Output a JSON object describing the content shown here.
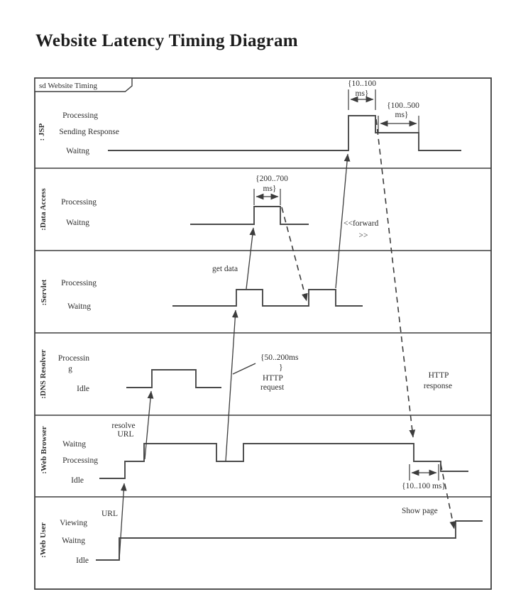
{
  "title": "Website Latency Timing Diagram",
  "frame": {
    "label": "sd Website Timing"
  },
  "colors": {
    "line": "#3f3f3f",
    "text": "#2e2e2e",
    "background": "#ffffff"
  },
  "lanes": [
    {
      "name": ": JSP",
      "states": [
        "Processing",
        "Sending Response",
        "Waitng"
      ]
    },
    {
      "name": ":Data Access",
      "states": [
        "Processing",
        "Waitng"
      ]
    },
    {
      "name": ":Servlet",
      "states": [
        "Processing",
        "Waitng"
      ]
    },
    {
      "name": ":DNS Resolver",
      "states": [
        "Processin",
        "g",
        "Idle"
      ]
    },
    {
      "name": ":Web Browser",
      "states": [
        "Waitng",
        "Processing",
        "Idle"
      ]
    },
    {
      "name": ":Web User",
      "states": [
        "Viewing",
        "Waitng",
        "Idle"
      ]
    }
  ],
  "messages": {
    "url": {
      "label": "URL"
    },
    "resolve_url": {
      "line1": "resolve",
      "line2": "URL"
    },
    "http_request": {
      "line1": "HTTP",
      "line2": "request"
    },
    "get_data": {
      "label": "get data"
    },
    "forward": {
      "line1": "<<forward",
      "line2": ">>"
    },
    "http_response": {
      "line1": "HTTP",
      "line2": "response"
    },
    "show_page": {
      "label": "Show page"
    }
  },
  "constraints": {
    "jsp_processing": {
      "line1": "{10..100",
      "line2": "ms}"
    },
    "jsp_sending": {
      "line1": "{100..500",
      "line2": "ms}"
    },
    "data_access": {
      "line1": "{200..700",
      "line2": "ms}"
    },
    "dns_resolve": {
      "line1": "{50..200ms",
      "line2": "}"
    },
    "browser_render": {
      "label": "{10..100 ms}"
    }
  }
}
